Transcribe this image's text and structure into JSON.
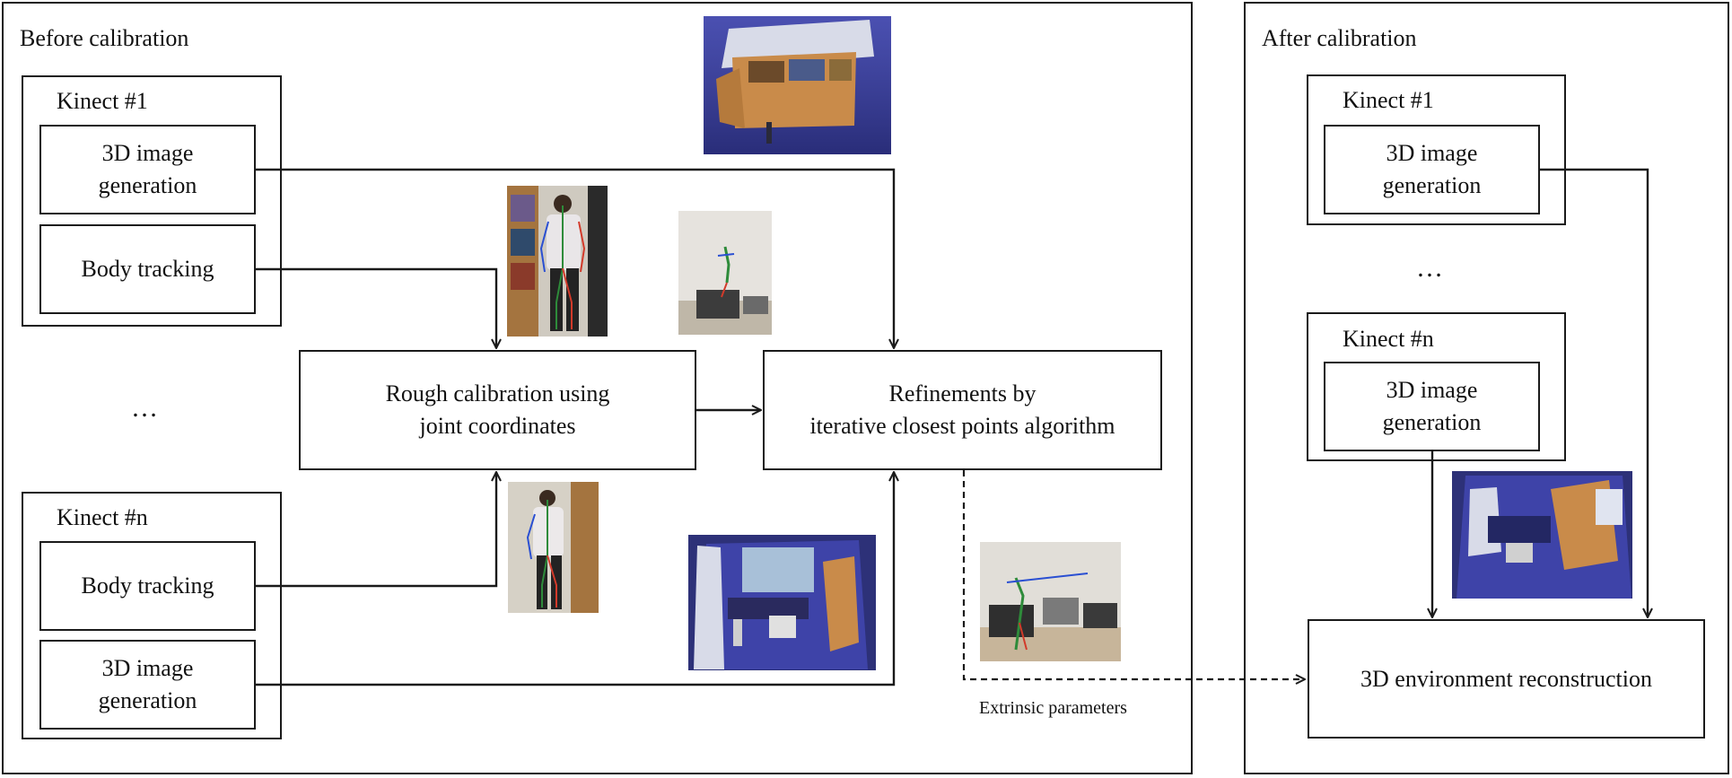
{
  "before": {
    "title": "Before calibration",
    "kinect1": {
      "title": "Kinect #1",
      "gen": "3D image\ngeneration",
      "body": "Body tracking"
    },
    "ellipsis": "…",
    "kinectn": {
      "title": "Kinect #n",
      "body": "Body tracking",
      "gen": "3D image\ngeneration"
    },
    "rough": "Rough calibration using\njoint coordinates",
    "refine": "Refinements by\niterative closest points algorithm",
    "extrinsic": "Extrinsic parameters"
  },
  "after": {
    "title": "After calibration",
    "kinect1": {
      "title": "Kinect #1",
      "gen": "3D image\ngeneration"
    },
    "ellipsis": "…",
    "kinectn": {
      "title": "Kinect #n",
      "gen": "3D image\ngeneration"
    },
    "reconstruction": "3D environment reconstruction"
  },
  "colors": {
    "line": "#1a1a1a",
    "pointcloud_bg": "#3a3f9e",
    "pointcloud_wood": "#c98b4a",
    "photo_wall": "#d9d6cf",
    "skeleton": [
      "#2e8b3a",
      "#d23a2a",
      "#2a4fd2"
    ]
  }
}
